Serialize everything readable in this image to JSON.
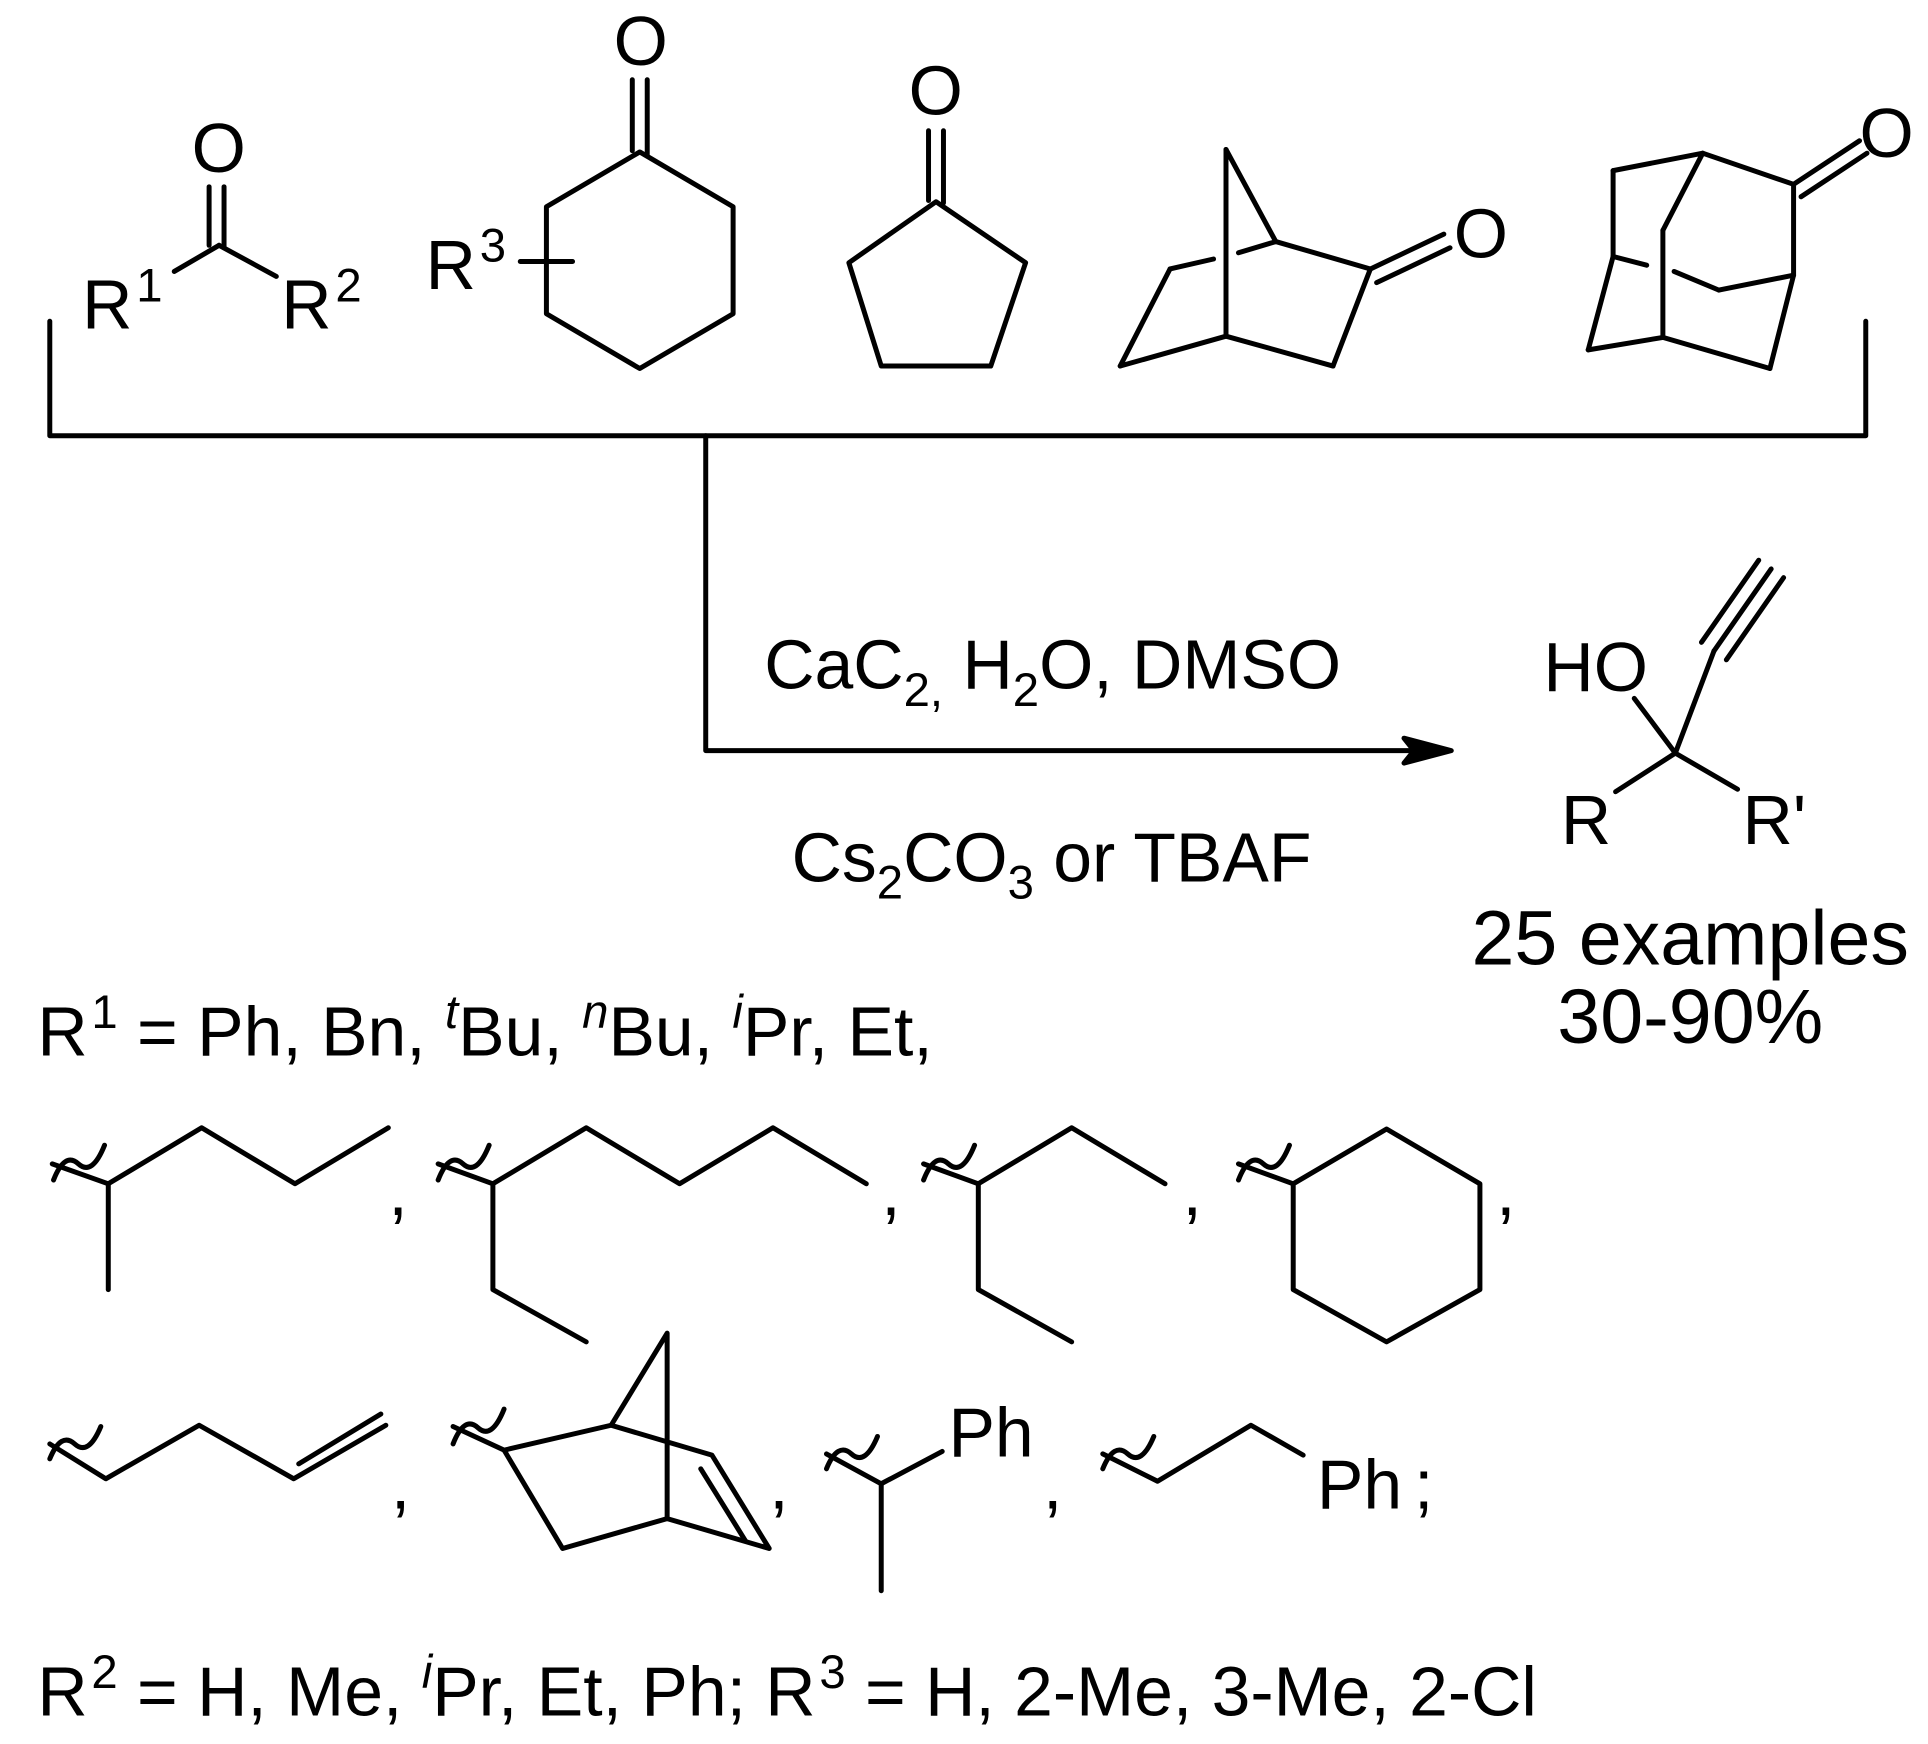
{
  "reactants": {
    "ketone_o": "O",
    "r1": "R",
    "r1_sup": "1",
    "r2": "R",
    "r2_sup": "2",
    "r3": "R",
    "r3_sup": "3",
    "cyclohexanone_o": "O",
    "cyclopentanone_o": "O",
    "norcamphor_o": "O",
    "adamantanone_o": "O"
  },
  "conditions": {
    "line1": {
      "a": "CaC",
      "a_sub": "2,",
      "b": " H",
      "b_sub": "2",
      "c": "O, DMSO"
    },
    "line2": {
      "a": "Cs",
      "a_sub": "2",
      "b": "CO",
      "b_sub": "3",
      "c": " or TBAF"
    }
  },
  "product": {
    "ho": "HO",
    "r": "R",
    "r_prime": "R'",
    "examples": "25 examples",
    "yield": "30-90%"
  },
  "r1_definition": {
    "lead": "R",
    "lead_sup": "1",
    "text_a": " = Ph, Bn, ",
    "t": "t",
    "text_b": "Bu, ",
    "n": "n",
    "text_c": "Bu, ",
    "i": "i",
    "text_d": "Pr, Et,"
  },
  "substituents": {
    "comma": ",",
    "semicolon": ";",
    "ph_1": "Ph",
    "ph_2": "Ph"
  },
  "r2_r3_definition": {
    "r2": "R",
    "r2_sup": "2",
    "text_a": " = H, Me, ",
    "i": "i",
    "text_b": "Pr, Et, Ph; R",
    "r3_sup": "3",
    "text_c": " = H, 2-Me, 3-Me, 2-Cl"
  }
}
